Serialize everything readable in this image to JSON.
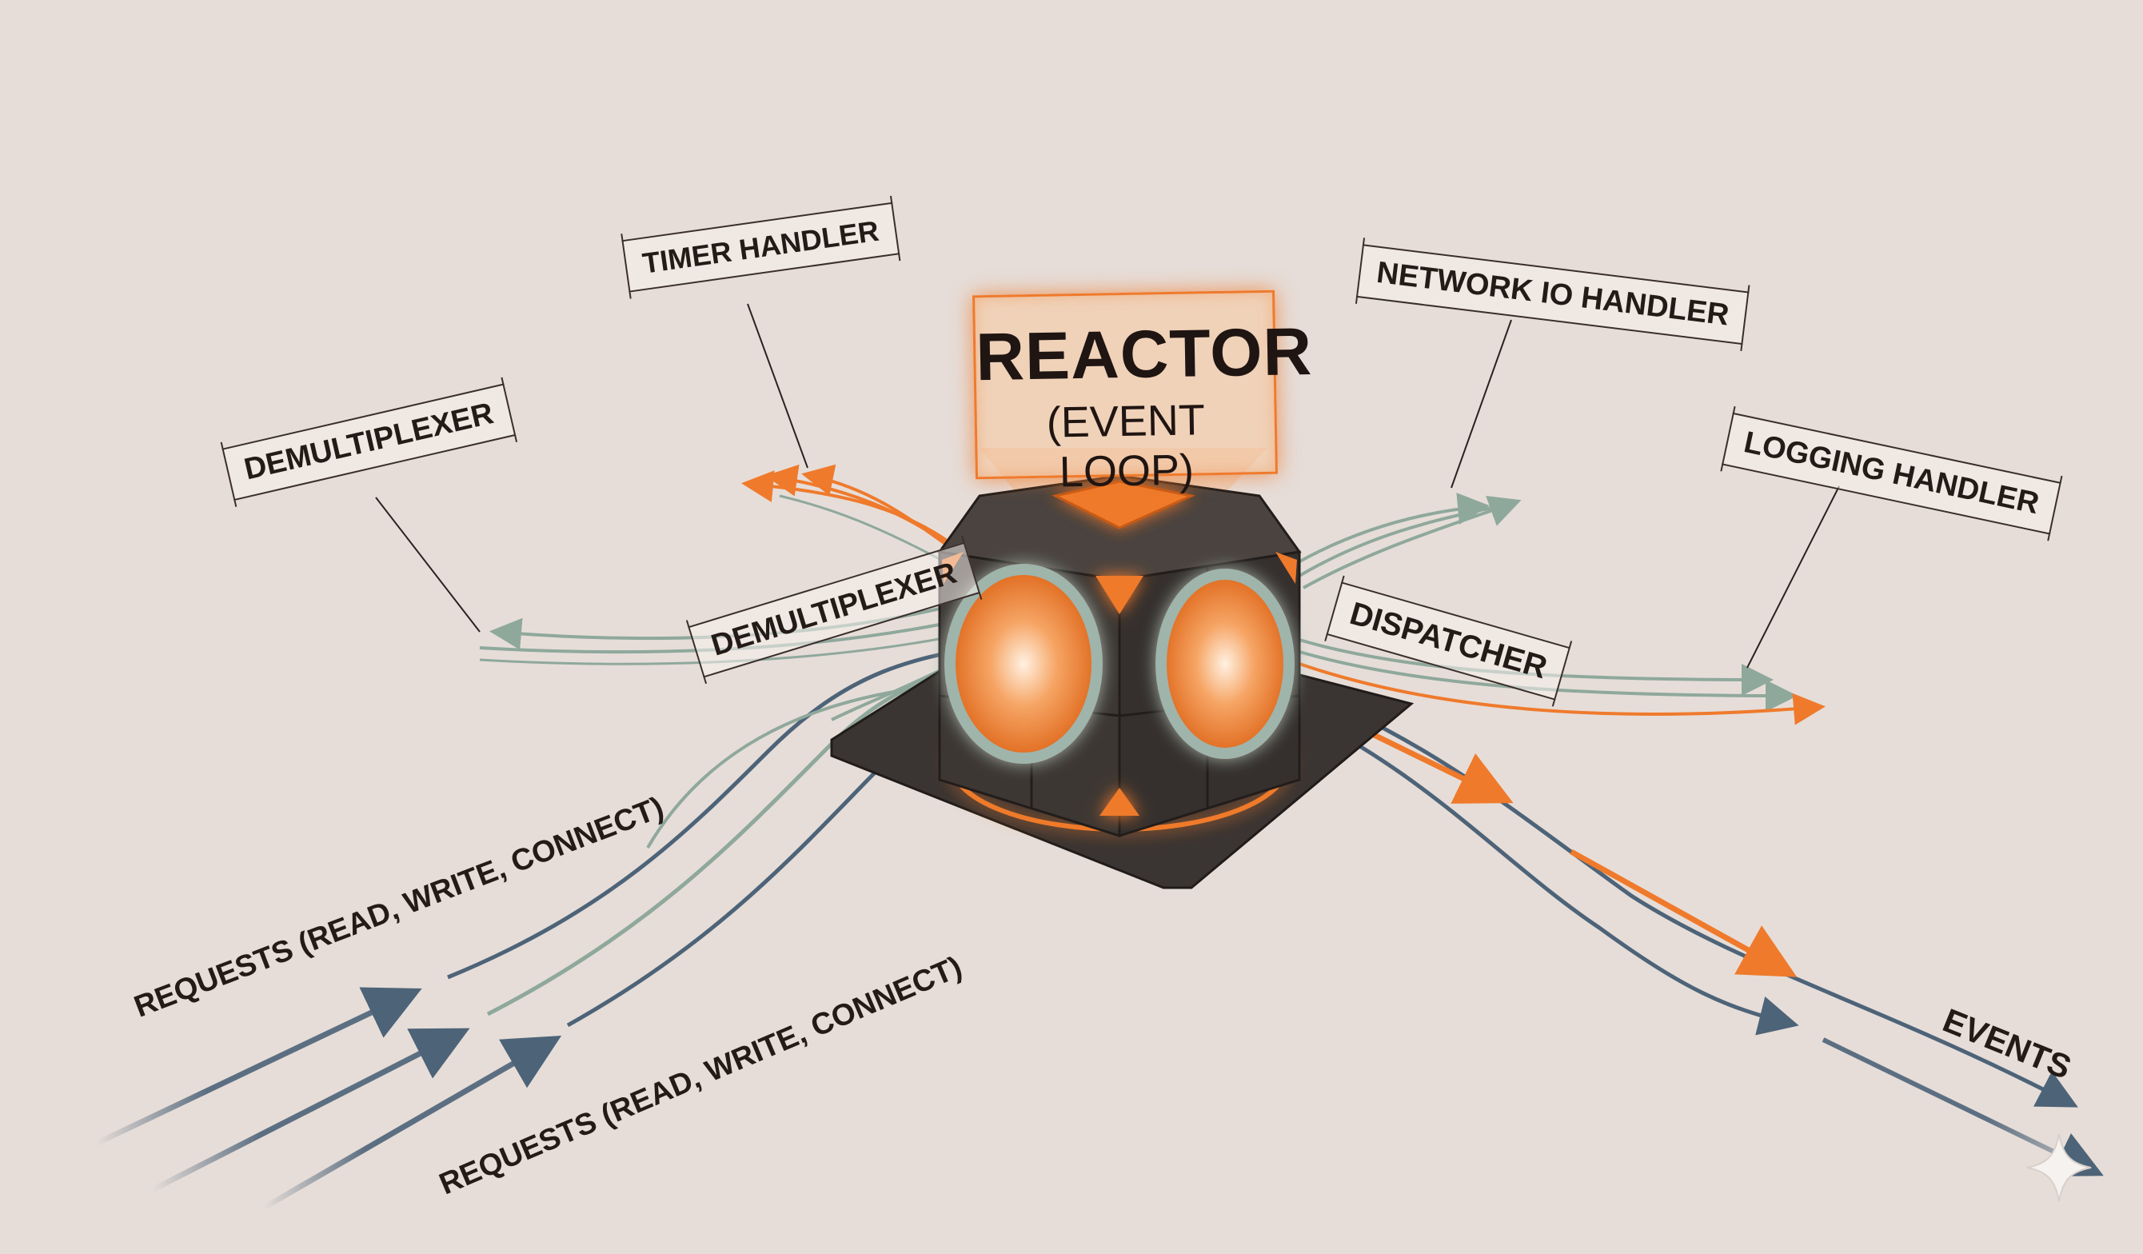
{
  "title": {
    "main": "REACTOR",
    "sub": "(EVENT LOOP)"
  },
  "labels": {
    "timer": "TIMER HANDLER",
    "network": "NETWORK IO HANDLER",
    "logging": "LOGGING HANDLER",
    "demux_outer": "DEMULTIPLEXER",
    "demux_inner": "DEMULTIPLEXER",
    "dispatcher": "DISPATCHER",
    "requests_1": "REQUESTS (READ, WRITE, CONNECT)",
    "requests_2": "REQUESTS (READ, WRITE, CONNECT)",
    "events": "EVENTS"
  },
  "colors": {
    "background": "#e6ddd8",
    "accent_orange": "#ef7a2c",
    "flow_blue": "#4d6378",
    "flow_sage": "#8fa89c",
    "cube_dark": "#3a3432",
    "ink": "#241a16"
  },
  "icons": [
    "sparkle-icon"
  ]
}
